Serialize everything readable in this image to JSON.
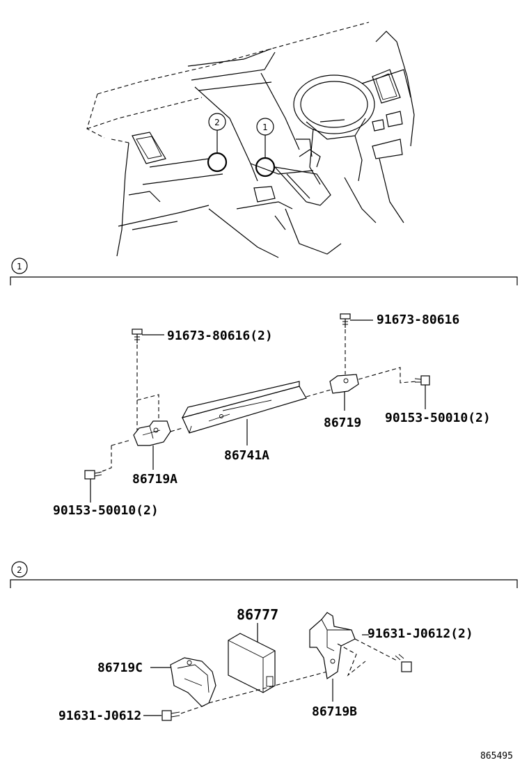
{
  "overview": {
    "callout_1": "1",
    "callout_2": "2"
  },
  "section_1": {
    "marker": "1",
    "labels": {
      "bolt_top_left": "91673-80616(2)",
      "bolt_top_right": "91673-80616",
      "bracket_right": "86719",
      "screw_right": "90153-50010(2)",
      "display_unit": "86741A",
      "bracket_left": "86719A",
      "screw_left": "90153-50010(2)"
    }
  },
  "section_2": {
    "marker": "2",
    "labels": {
      "module": "86777",
      "bolt_right": "91631-J0612(2)",
      "bracket_left": "86719C",
      "bolt_left": "91631-J0612",
      "bracket_right": "86719B"
    }
  },
  "diagram_ref": "865495"
}
